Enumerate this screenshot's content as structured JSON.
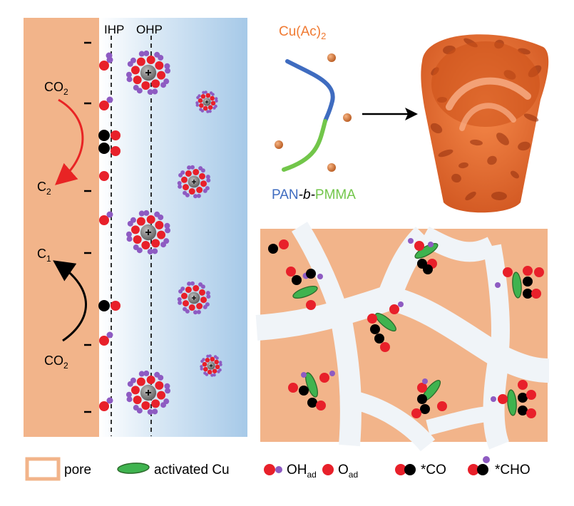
{
  "left_panel": {
    "ihp_label": "IHP",
    "ohp_label": "OHP",
    "upper_reaction": {
      "reactant": "CO",
      "reactant_sub": "2",
      "product": "C",
      "product_sub": "2",
      "color": "#e82424"
    },
    "lower_reaction": {
      "reactant": "CO",
      "reactant_sub": "2",
      "product": "C",
      "product_sub": "1",
      "color": "#000000"
    },
    "electrode_color": "#f2b48a",
    "electrolyte_color": "#a9cbe8"
  },
  "synthesis": {
    "precursor": "Cu(Ac)",
    "precursor_sub": "2",
    "polymer_a": "PAN",
    "polymer_sep": "-b-",
    "polymer_b": "PMMA",
    "precursor_color": "#f07a32",
    "block_a_color": "#3f6cc0",
    "block_b_color": "#72c64a",
    "particle_color": "#d4742e",
    "tube_color": "#e8642a"
  },
  "legend": {
    "pore": "pore",
    "activated_cu": "activated Cu",
    "oh_ad": "OH",
    "oh_ad_sub": "ad",
    "o_ad": "O",
    "o_ad_sub": "ad",
    "co": "*CO",
    "cho": "*CHO"
  }
}
